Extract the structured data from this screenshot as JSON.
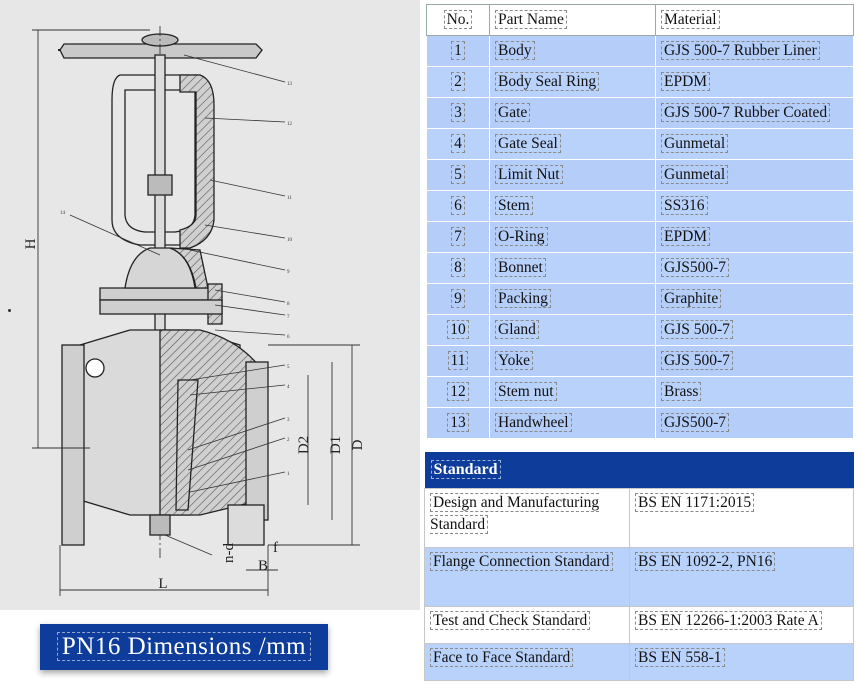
{
  "banner": "PN16  Dimensions /mm",
  "drawing": {
    "dim_labels": {
      "h": "H",
      "l": "L",
      "d": "D",
      "d1": "D1",
      "d2": "D2",
      "nd": "n-d",
      "f": "f",
      "b": "B"
    },
    "balloons": [
      "13",
      "12",
      "11",
      "10",
      "9",
      "8",
      "7",
      "6",
      "5",
      "4",
      "3",
      "2",
      "1",
      "14"
    ]
  },
  "parts_table": {
    "headers": [
      "No.",
      "Part Name",
      "Material"
    ],
    "rows": [
      [
        "1",
        "Body",
        "GJS 500-7 Rubber Liner"
      ],
      [
        "2",
        "Body Seal Ring",
        "EPDM"
      ],
      [
        "3",
        "Gate",
        "GJS 500-7 Rubber Coated"
      ],
      [
        "4",
        "Gate Seal",
        "Gunmetal"
      ],
      [
        "5",
        "Limit Nut",
        "Gunmetal"
      ],
      [
        "6",
        "Stem",
        "SS316"
      ],
      [
        "7",
        "O-Ring",
        "EPDM"
      ],
      [
        "8",
        "Bonnet",
        "GJS500-7"
      ],
      [
        "9",
        "Packing",
        "Graphite"
      ],
      [
        "10",
        "Gland",
        "GJS 500-7"
      ],
      [
        "11",
        "Yoke",
        "GJS 500-7"
      ],
      [
        "12",
        "Stem nut",
        "Brass"
      ],
      [
        "13",
        "Handwheel",
        "GJS500-7"
      ]
    ]
  },
  "standard_table": {
    "title": "Standard",
    "rows": [
      [
        "Design and Manufacturing Standard",
        "BS EN 1171:2015"
      ],
      [
        "Flange Connection Standard",
        "BS EN 1092-2, PN16"
      ],
      [
        "Test and Check Standard",
        "BS EN 12266-1:2003 Rate A"
      ],
      [
        "Face to Face Standard",
        "BS EN 558-1"
      ]
    ]
  }
}
